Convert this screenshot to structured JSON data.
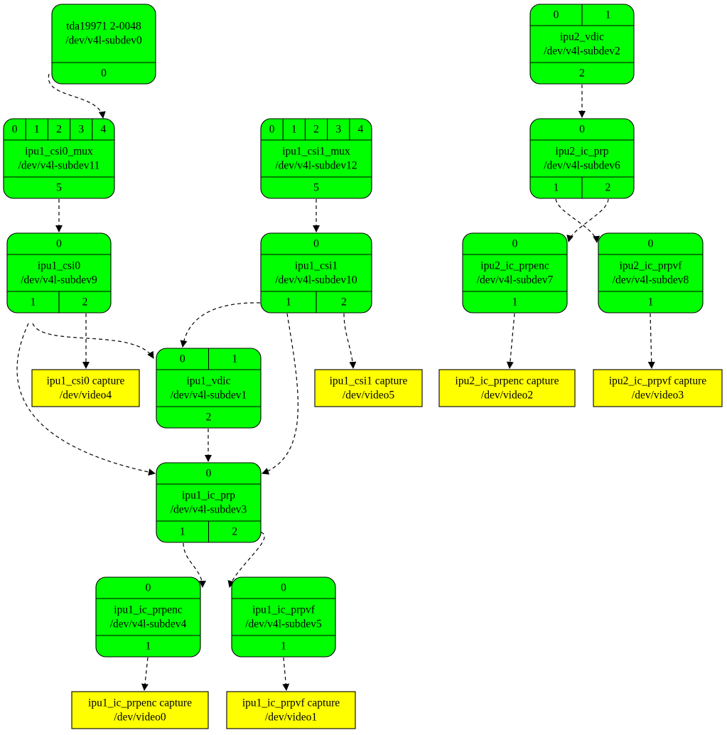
{
  "entities": [
    {
      "id": "tda",
      "name": "tda19971 2-0048",
      "dev": "/dev/v4l-subdev0",
      "top_ports": [],
      "bottom_ports": [
        "0"
      ]
    },
    {
      "id": "csi0mux",
      "name": "ipu1_csi0_mux",
      "dev": "/dev/v4l-subdev11",
      "top_ports": [
        "0",
        "1",
        "2",
        "3",
        "4"
      ],
      "bottom_ports": [
        "5"
      ]
    },
    {
      "id": "csi1mux",
      "name": "ipu1_csi1_mux",
      "dev": "/dev/v4l-subdev12",
      "top_ports": [
        "0",
        "1",
        "2",
        "3",
        "4"
      ],
      "bottom_ports": [
        "5"
      ]
    },
    {
      "id": "csi0",
      "name": "ipu1_csi0",
      "dev": "/dev/v4l-subdev9",
      "top_ports": [
        "0"
      ],
      "bottom_ports": [
        "1",
        "2"
      ]
    },
    {
      "id": "csi1",
      "name": "ipu1_csi1",
      "dev": "/dev/v4l-subdev10",
      "top_ports": [
        "0"
      ],
      "bottom_ports": [
        "1",
        "2"
      ]
    },
    {
      "id": "vdic1",
      "name": "ipu1_vdic",
      "dev": "/dev/v4l-subdev1",
      "top_ports": [
        "0",
        "1"
      ],
      "bottom_ports": [
        "2"
      ]
    },
    {
      "id": "icprp1",
      "name": "ipu1_ic_prp",
      "dev": "/dev/v4l-subdev3",
      "top_ports": [
        "0"
      ],
      "bottom_ports": [
        "1",
        "2"
      ]
    },
    {
      "id": "prpenc1",
      "name": "ipu1_ic_prpenc",
      "dev": "/dev/v4l-subdev4",
      "top_ports": [
        "0"
      ],
      "bottom_ports": [
        "1"
      ]
    },
    {
      "id": "prpvf1",
      "name": "ipu1_ic_prpvf",
      "dev": "/dev/v4l-subdev5",
      "top_ports": [
        "0"
      ],
      "bottom_ports": [
        "1"
      ]
    },
    {
      "id": "vdic2",
      "name": "ipu2_vdic",
      "dev": "/dev/v4l-subdev2",
      "top_ports": [
        "0",
        "1"
      ],
      "bottom_ports": [
        "2"
      ]
    },
    {
      "id": "icprp2",
      "name": "ipu2_ic_prp",
      "dev": "/dev/v4l-subdev6",
      "top_ports": [
        "0"
      ],
      "bottom_ports": [
        "1",
        "2"
      ]
    },
    {
      "id": "prpenc2",
      "name": "ipu2_ic_prpenc",
      "dev": "/dev/v4l-subdev7",
      "top_ports": [
        "0"
      ],
      "bottom_ports": [
        "1"
      ]
    },
    {
      "id": "prpvf2",
      "name": "ipu2_ic_prpvf",
      "dev": "/dev/v4l-subdev8",
      "top_ports": [
        "0"
      ],
      "bottom_ports": [
        "1"
      ]
    }
  ],
  "captures": [
    {
      "id": "cap_csi0",
      "name": "ipu1_csi0 capture",
      "dev": "/dev/video4"
    },
    {
      "id": "cap_csi1",
      "name": "ipu1_csi1 capture",
      "dev": "/dev/video5"
    },
    {
      "id": "cap_prpenc1",
      "name": "ipu1_ic_prpenc capture",
      "dev": "/dev/video0"
    },
    {
      "id": "cap_prpvf1",
      "name": "ipu1_ic_prpvf capture",
      "dev": "/dev/video1"
    },
    {
      "id": "cap_prpenc2",
      "name": "ipu2_ic_prpenc capture",
      "dev": "/dev/video2"
    },
    {
      "id": "cap_prpvf2",
      "name": "ipu2_ic_prpvf capture",
      "dev": "/dev/video3"
    }
  ],
  "links": [
    {
      "from": "tda:0",
      "to": "csi0mux:4"
    },
    {
      "from": "csi0mux:5",
      "to": "csi0:0"
    },
    {
      "from": "csi1mux:5",
      "to": "csi1:0"
    },
    {
      "from": "csi0:1",
      "to": "vdic1:0"
    },
    {
      "from": "csi0:1",
      "to": "icprp1:0"
    },
    {
      "from": "csi0:2",
      "to": "cap_csi0"
    },
    {
      "from": "csi1:1",
      "to": "vdic1:0"
    },
    {
      "from": "csi1:1",
      "to": "icprp1:0"
    },
    {
      "from": "csi1:2",
      "to": "cap_csi1"
    },
    {
      "from": "vdic1:2",
      "to": "icprp1:0"
    },
    {
      "from": "icprp1:1",
      "to": "prpenc1:0"
    },
    {
      "from": "icprp1:2",
      "to": "prpvf1:0"
    },
    {
      "from": "prpenc1:1",
      "to": "cap_prpenc1"
    },
    {
      "from": "prpvf1:1",
      "to": "cap_prpvf1"
    },
    {
      "from": "vdic2:2",
      "to": "icprp2:0"
    },
    {
      "from": "icprp2:1",
      "to": "prpvf2:0"
    },
    {
      "from": "icprp2:2",
      "to": "prpenc2:0"
    },
    {
      "from": "prpenc2:1",
      "to": "cap_prpenc2"
    },
    {
      "from": "prpvf2:1",
      "to": "cap_prpvf2"
    }
  ]
}
